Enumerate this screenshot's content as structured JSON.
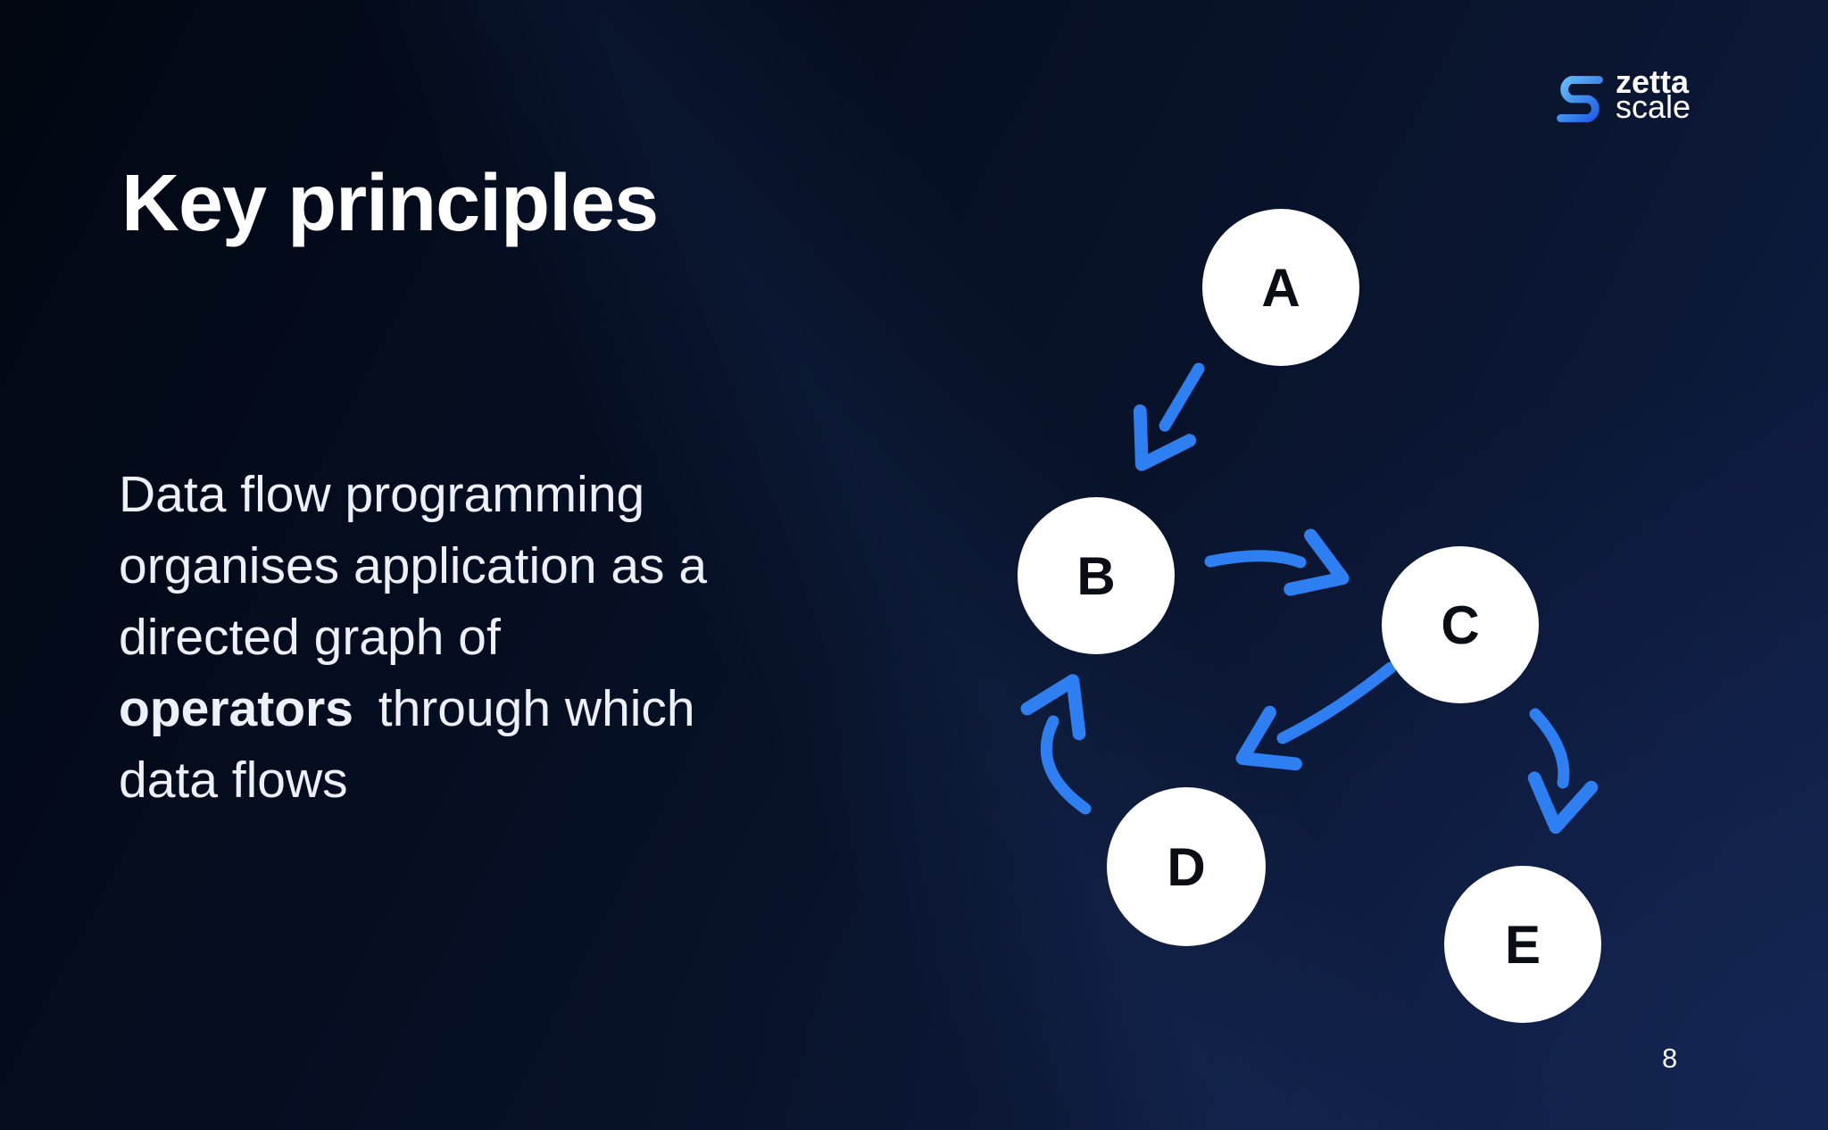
{
  "slide": {
    "title": "Key principles",
    "page_number": "8",
    "logo": {
      "line1": "zetta",
      "line2": "scale"
    },
    "body": {
      "lines": [
        {
          "pre": "Data flow programming"
        },
        {
          "pre": "organises application as a"
        },
        {
          "pre": "directed graph of"
        },
        {
          "bold": "operators",
          "post": " through which"
        },
        {
          "pre": "data flows"
        }
      ]
    },
    "graph": {
      "nodes": [
        {
          "id": "A",
          "label": "A"
        },
        {
          "id": "B",
          "label": "B"
        },
        {
          "id": "C",
          "label": "C"
        },
        {
          "id": "D",
          "label": "D"
        },
        {
          "id": "E",
          "label": "E"
        }
      ],
      "edges": [
        {
          "from": "A",
          "to": "B"
        },
        {
          "from": "B",
          "to": "C"
        },
        {
          "from": "C",
          "to": "D"
        },
        {
          "from": "D",
          "to": "B"
        },
        {
          "from": "C",
          "to": "E"
        }
      ]
    },
    "colors": {
      "background_dark": "#020711",
      "background_light": "#112047",
      "arrow_blue": "#2e7ff2",
      "node_fill": "#ffffff",
      "node_text": "#0b0d14",
      "logo_blue_light": "#66bdf5",
      "logo_blue_dark": "#1b5ce8",
      "text_white": "#edf1f7"
    }
  }
}
